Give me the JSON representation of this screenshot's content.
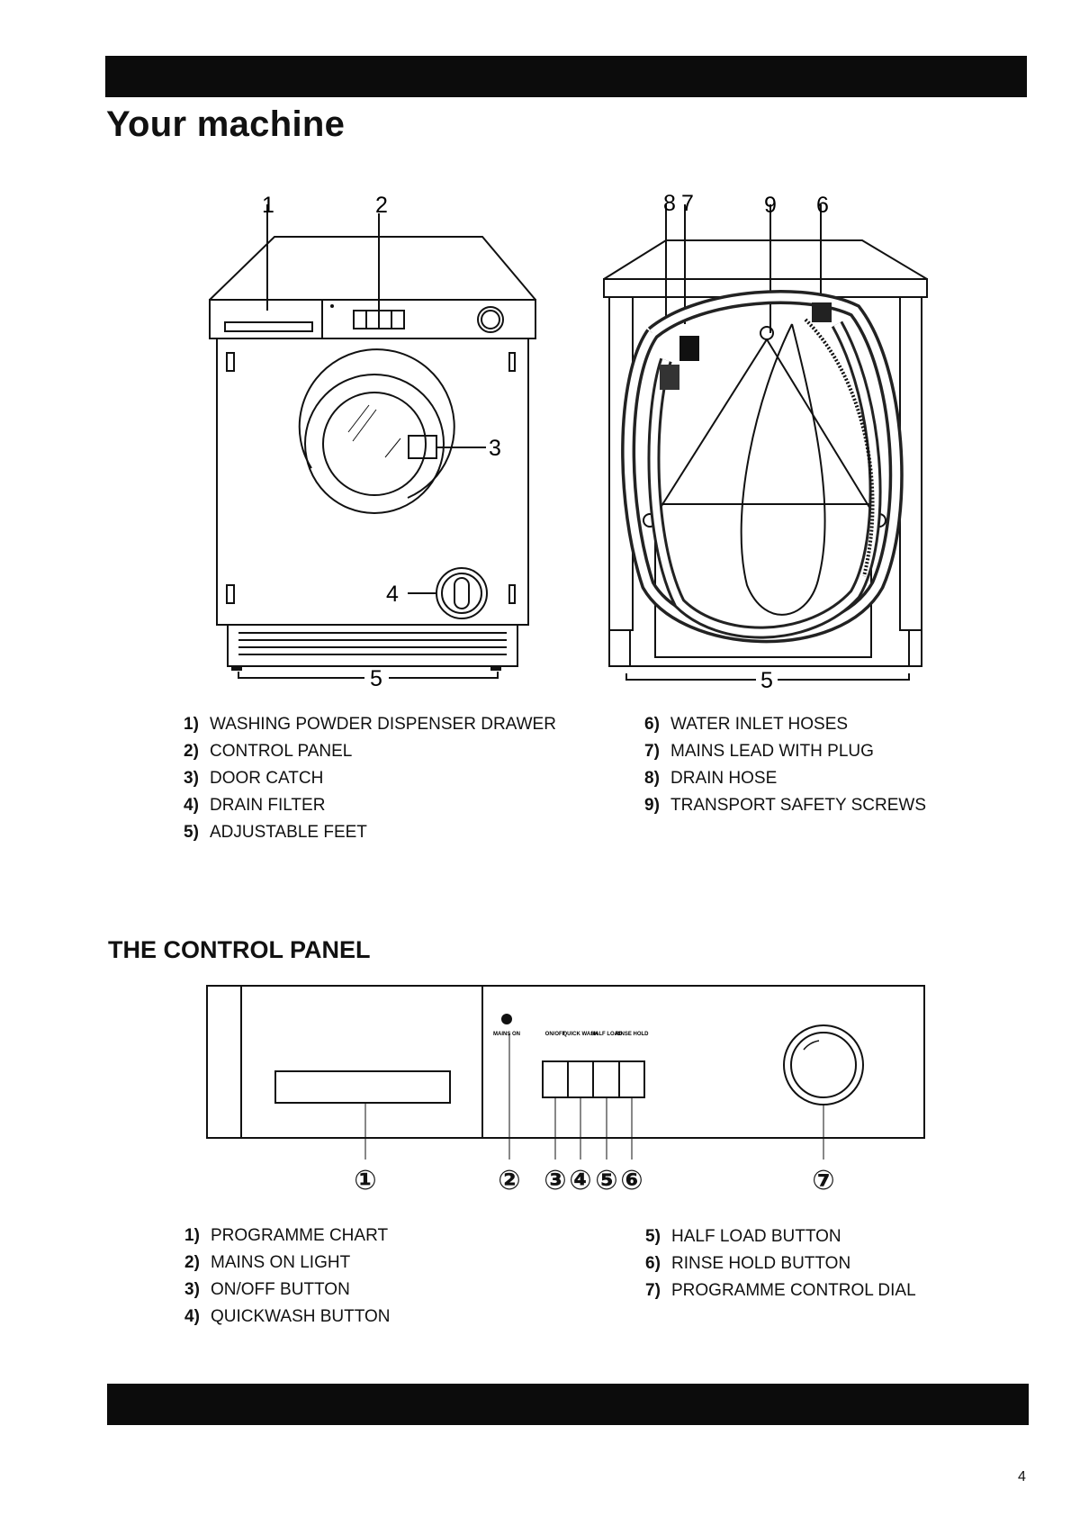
{
  "page": {
    "title": "Your machine",
    "section_title": "THE CONTROL PANEL",
    "page_number": "4"
  },
  "front_view": {
    "callouts": [
      "1",
      "2",
      "3",
      "4",
      "5"
    ]
  },
  "rear_view": {
    "callouts": [
      "8",
      "7",
      "9",
      "6",
      "5"
    ]
  },
  "machine_legend": {
    "left": [
      {
        "num": "1)",
        "label": "WASHING POWDER DISPENSER DRAWER"
      },
      {
        "num": "2)",
        "label": "CONTROL PANEL"
      },
      {
        "num": "3)",
        "label": "DOOR CATCH"
      },
      {
        "num": "4)",
        "label": "DRAIN FILTER"
      },
      {
        "num": "5)",
        "label": "ADJUSTABLE FEET"
      }
    ],
    "right": [
      {
        "num": "6)",
        "label": "WATER INLET HOSES"
      },
      {
        "num": "7)",
        "label": "MAINS LEAD WITH PLUG"
      },
      {
        "num": "8)",
        "label": "DRAIN HOSE"
      },
      {
        "num": "9)",
        "label": "TRANSPORT SAFETY SCREWS"
      }
    ]
  },
  "control_panel": {
    "panel_labels": {
      "mains": "MAINS ON",
      "onoff": "ON/OFF",
      "quick": "QUICK WASH",
      "half": "HALF LOAD",
      "rinse": "RINSE HOLD"
    },
    "callouts": [
      "①",
      "②",
      "③",
      "④",
      "⑤",
      "⑥",
      "⑦"
    ]
  },
  "control_legend": {
    "left": [
      {
        "num": "1)",
        "label": "PROGRAMME CHART"
      },
      {
        "num": "2)",
        "label": "MAINS ON LIGHT"
      },
      {
        "num": "3)",
        "label": "ON/OFF BUTTON"
      },
      {
        "num": "4)",
        "label": "QUICKWASH BUTTON"
      }
    ],
    "right": [
      {
        "num": "5)",
        "label": "HALF LOAD BUTTON"
      },
      {
        "num": "6)",
        "label": "RINSE HOLD BUTTON"
      },
      {
        "num": "7)",
        "label": "PROGRAMME CONTROL DIAL"
      }
    ]
  }
}
